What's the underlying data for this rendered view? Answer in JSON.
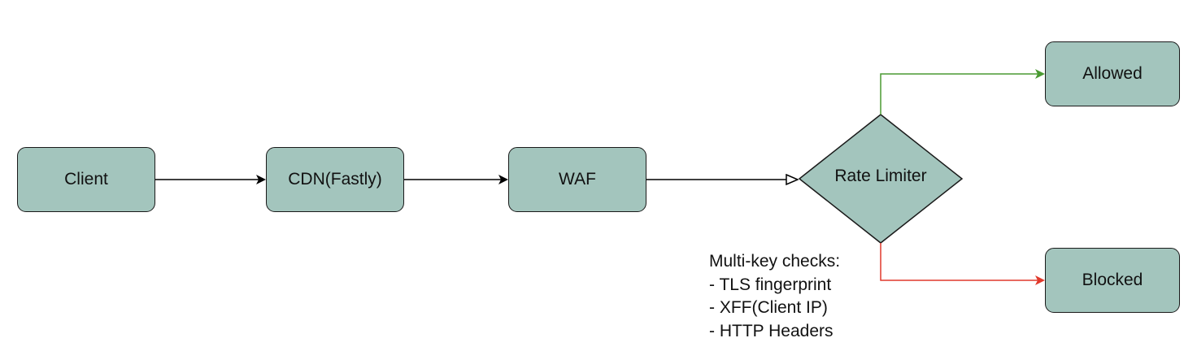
{
  "nodes": {
    "client": "Client",
    "cdn": "CDN(Fastly)",
    "waf": "WAF",
    "rate_limiter": "Rate Limiter",
    "allowed": "Allowed",
    "blocked": "Blocked"
  },
  "note": {
    "title": "Multi-key checks:",
    "items": [
      "- TLS fingerprint",
      "- XFF(Client IP)",
      "- HTTP Headers"
    ]
  },
  "colors": {
    "node_fill": "#a3c5bd",
    "node_border": "#1a1a1a",
    "edge_default": "#000000",
    "edge_allowed": "#4a9a32",
    "edge_blocked": "#e0392b"
  }
}
